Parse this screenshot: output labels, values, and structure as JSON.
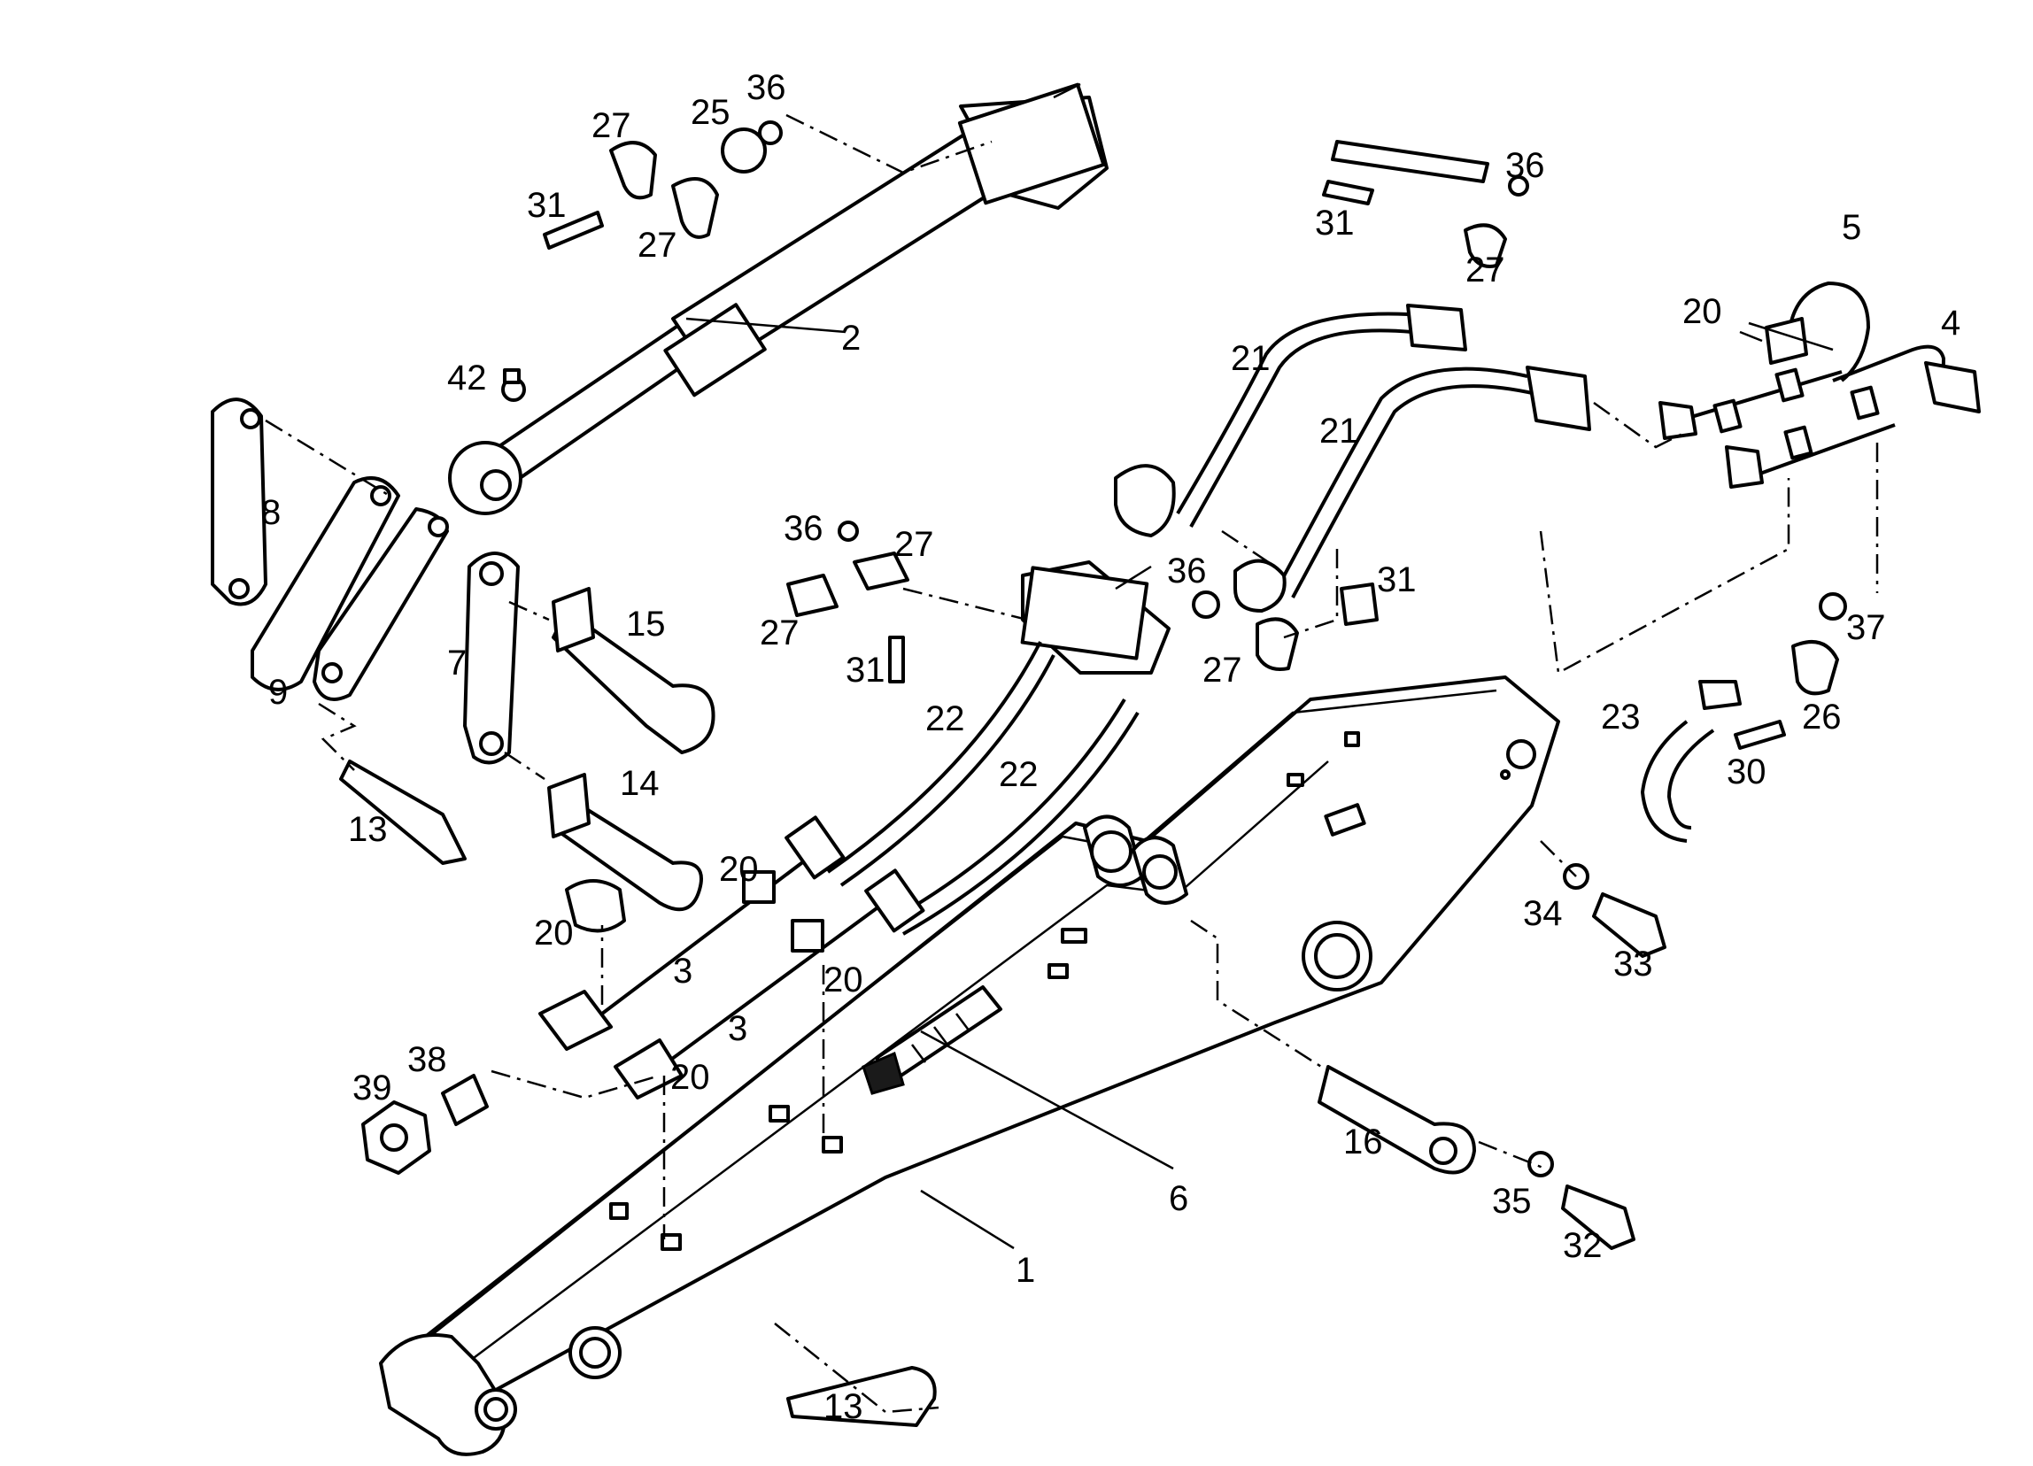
{
  "diagram": {
    "type": "exploded-parts-view",
    "callouts": [
      "1",
      "2",
      "3",
      "3",
      "4",
      "5",
      "6",
      "7",
      "8",
      "9",
      "13",
      "13",
      "14",
      "15",
      "16",
      "20",
      "20",
      "20",
      "20",
      "20",
      "21",
      "21",
      "22",
      "22",
      "23",
      "25",
      "26",
      "27",
      "27",
      "27",
      "27",
      "27",
      "27",
      "30",
      "31",
      "31",
      "31",
      "31",
      "32",
      "33",
      "34",
      "35",
      "36",
      "36",
      "36",
      "36",
      "37",
      "38",
      "39",
      "42"
    ]
  }
}
